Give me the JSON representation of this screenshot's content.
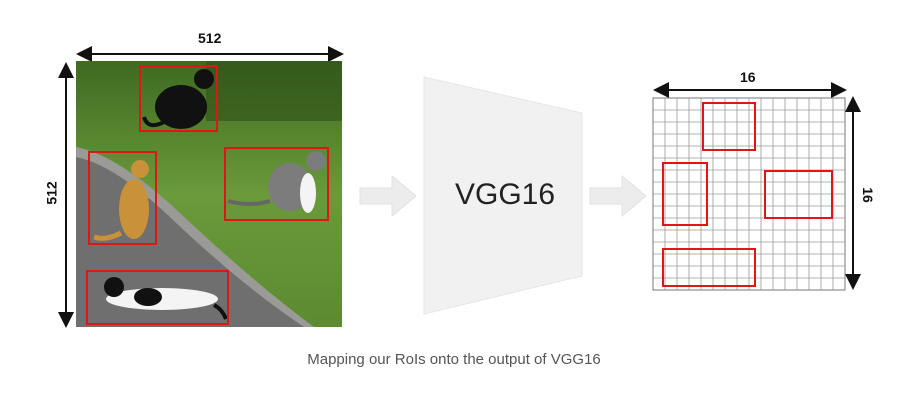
{
  "input": {
    "width_label": "512",
    "height_label": "512"
  },
  "model": {
    "name": "VGG16"
  },
  "feature_map": {
    "width_label": "16",
    "height_label": "16",
    "grid_cells": 16
  },
  "caption": "Mapping our RoIs onto the output of VGG16",
  "colors": {
    "roi": "#e01515",
    "arrow": "#efefef",
    "trapezoid": "#f1f1f1",
    "grass": "#5f8a35",
    "road": "#6b6b6b"
  },
  "icons": [
    "cat-black-icon",
    "cat-tabby-icon",
    "cat-gray-white-icon",
    "cat-lying-icon"
  ]
}
